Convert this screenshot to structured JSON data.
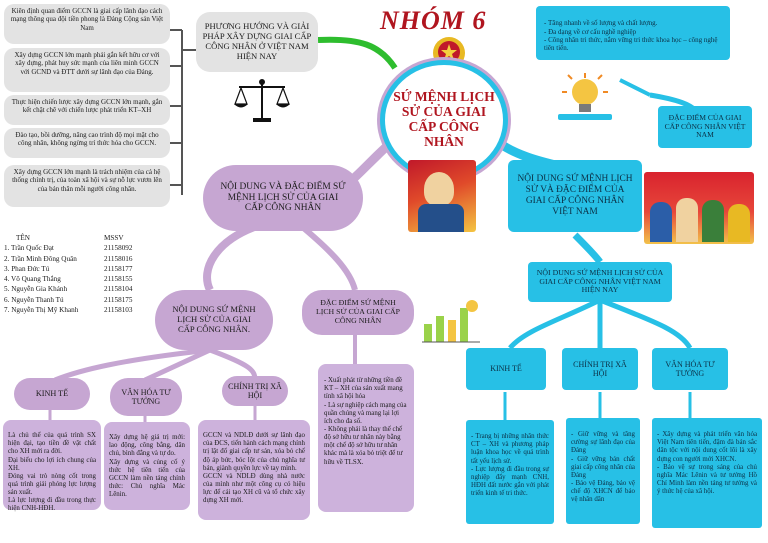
{
  "title": "NHÓM 6",
  "center": "SỨ MỆNH LỊCH SỬ CỦA GIAI CẤP CÔNG NHÂN",
  "left_notes": [
    "Kiên định quan điểm GCCN là giai cấp lãnh đạo cách mạng thông qua đội tiền phong là Đảng Cộng sản Việt Nam",
    "Xây dựng GCCN lớn mạnh phải gắn kết hữu cơ với xây dựng, phát huy sức mạnh của liên minh GCCN với GCND và ĐTT dưới sự lãnh đạo của Đảng.",
    "Thực hiện chiến lược xây dựng GCCN lớn mạnh, gắn kết chặt chẽ với chiến lược phát triển KT–XH",
    "Đào tạo, bồi dưỡng, nâng cao trình độ mọi mặt cho công nhân, không ngừng trí thức hóa cho GCCN.",
    "Xây dựng GCCN lớn mạnh là trách nhiệm của cả hệ thống chính trị, của toàn xã hội và sự nỗ lực vươn lên của bản thân mỗi người công nhân."
  ],
  "direction_box": "PHƯƠNG HƯỚNG VÀ GIẢI PHÁP XÂY DỰNG GIAI CẤP CÔNG NHÂN Ở VIỆT NAM HIỆN NAY",
  "purple_main": "NỘI DUNG VÀ ĐẶC ĐIỂM SỨ MỆNH LỊCH SỬ CỦA GIAI CẤP CÔNG NHÂN",
  "purple_content": "NỘI DUNG SỨ MỆNH LỊCH SỬ CỦA GIAI CẤP CÔNG NHÂN.",
  "purple_features": "ĐẶC ĐIỂM SỨ MỆNH LỊCH SỬ CỦA GIAI CẤP CÔNG NHÂN",
  "purple_kinh_te": "KINH TẾ",
  "purple_van_hoa": "VĂN HÓA TƯ TƯỞNG",
  "purple_chinh_tri": "CHÍNH TRỊ XÃ HỘI",
  "purple_kinh_te_text": "Là chủ thể của quá trình SX hiện đại, tạo tiền đề vật chất cho XH mới ra đời.\nĐại biểu cho lợi ích chung của XH.\nĐóng vai trò nòng cốt trong quá trình giải phóng lực lượng sản xuất.\nLà lực lượng đi đầu trong thực hiện CNH-HĐH.",
  "purple_van_hoa_text": "Xây dựng hệ giá trị mới: lao động, công bằng, dân chủ, bình đẳng và tự do.\nXây dựng và củng cố ý thức hệ tiên tiến của GCCN làm nền tảng chính thức: Chủ nghĩa Mác Lênin.",
  "purple_chinh_tri_text": "GCCN và NDLĐ dưới sự lãnh đạo của ĐCS, tiến hành cách mạng chính trị lật đổ giai cấp tư sản, xóa bỏ chế độ áp bức, bóc lột của chủ nghĩa tư bản, giành quyền lực về tay mình.\nGCCN và NDLĐ dùng nhà nước của mình như một công cụ có hiệu lực để cải tạo XH cũ và tổ chức xây dựng XH mới.",
  "purple_features_text": "- Xuất phát từ những tiền đề KT – XH của sản xuất mang tính xã hội hóa\n- Là sự nghiệp cách mạng của quần chúng và mang lại lợi ích cho đa số.\n- Không phải là thay thế chế độ sở hữu tư nhân này bằng một chế độ sở hữu tư nhân khác mà là xóa bỏ triệt để tư hữu về TLSX.",
  "cyan_features_text": "- Tăng nhanh về số lượng và chất lượng.\n- Đa dạng về cơ cấu nghề nghiệp\n- Công nhân tri thức, nắm vững tri thức khoa học – công nghệ tiên tiến.",
  "cyan_features_box": "ĐẶC ĐIỂM CỦA GIAI CẤP CÔNG NHÂN VIỆT NAM",
  "cyan_main": "NỘI DUNG SỨ MỆNH LỊCH SỬ VÀ ĐẶC ĐIỂM CỦA GIAI CẤP CÔNG NHÂN VIỆT NAM",
  "cyan_content": "NỘI DUNG SỨ MỆNH LỊCH SỬ CỦA GIAI CẤP CÔNG NHÂN VIỆT NAM HIỆN NAY",
  "cyan_kinh_te": "KINH TẾ",
  "cyan_chinh_tri": "CHÍNH TRỊ XÃ HỘI",
  "cyan_van_hoa": "VĂN HÓA TƯ TƯỞNG",
  "cyan_kinh_te_text": "- Trang bị những nhân thức CT – XH và phương pháp luận khoa học về quá trình tất yếu lịch sử.\n- Lực lượng đi đầu trong sự nghiệp đẩy mạnh CNH, HĐH đất nước gắn với phát triển kinh tế tri thức.",
  "cyan_chinh_tri_text": "- Giữ vững và tăng cường sự lãnh đạo của Đảng\n- Giữ vững bản chất giai cấp công nhân của Đảng\n- Bảo vệ Đảng, bảo vệ chế độ XHCN để bảo vệ nhân dân",
  "cyan_van_hoa_text": "- Xây dựng và phát triển văn hóa Việt Nam tiên tiến, đậm đà bản sắc dân tộc với nội dung cốt lõi là xây dựng con người mới XHCN.\n- Bảo vệ sự trong sáng của chủ nghĩa Mác Lênin và tư tưởng Hồ Chí Minh làm nền tảng tư tưởng và ý thức hệ của xã hội.",
  "members_header": [
    "TÊN",
    "MSSV"
  ],
  "members": [
    [
      "1. Trần Quốc Đạt",
      "21158092"
    ],
    [
      "2. Trần Minh Đông Quân",
      "21158016"
    ],
    [
      "3. Phan Đức Tú",
      "21158177"
    ],
    [
      "4. Võ Quang Thắng",
      "21158155"
    ],
    [
      "5. Nguyễn Gia Khánh",
      "21158104"
    ],
    [
      "6. Nguyễn Thanh Tú",
      "21158175"
    ],
    [
      "7. Nguyễn Thị Mỹ Khanh",
      "21158103"
    ]
  ],
  "colors": {
    "purple": "#c6a6d2",
    "cyan": "#27c0e6",
    "grey": "#e3e3e3",
    "green": "#2ebd2e",
    "brand_red": "#c0182a"
  }
}
